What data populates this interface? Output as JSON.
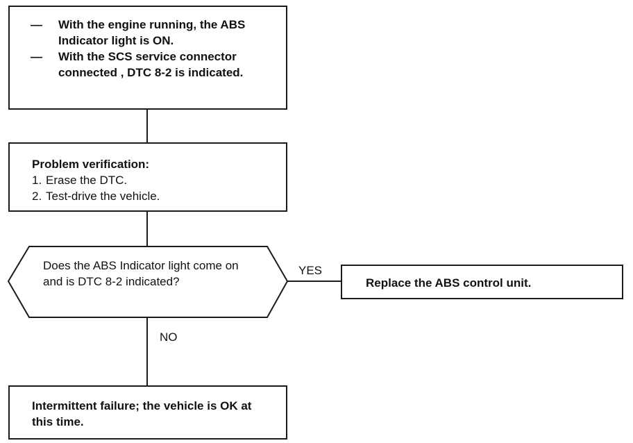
{
  "diagram": {
    "start_box": {
      "dash": "—",
      "items": [
        "With the engine running, the ABS Indicator light is ON.",
        "With the SCS service connector connected , DTC 8-2 is indicated."
      ]
    },
    "verification_box": {
      "heading": "Problem verification:",
      "steps": [
        {
          "num": "1.",
          "text": "Erase the DTC."
        },
        {
          "num": "2.",
          "text": "Test-drive the vehicle."
        }
      ]
    },
    "decision": {
      "question": "Does the ABS Indicator light come on and is DTC 8-2 indicated?",
      "yes_label": "YES",
      "no_label": "NO"
    },
    "yes_box": {
      "text": "Replace the ABS control unit."
    },
    "no_box": {
      "text": "Intermittent failure; the vehicle is OK at this time."
    }
  }
}
